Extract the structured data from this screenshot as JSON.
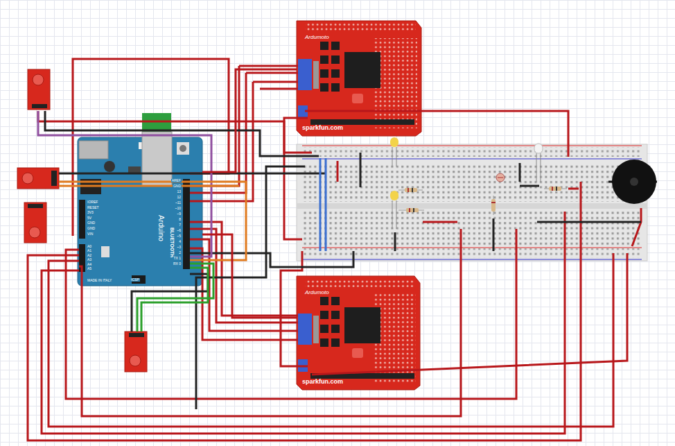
{
  "diagram": {
    "nodes": [
      {
        "text": [
          "Ardumoto",
          "sparkfun.com"
        ]
      },
      {
        "text": [
          "Arduino",
          "BLUETOOTH",
          "MADE IN ITALY"
        ]
      },
      {
        "text": [
          "Ardumoto",
          "sparkfun.com"
        ]
      }
    ],
    "edges": [
      {
        "from": 1,
        "to": 0,
        "arrow": "none"
      },
      {
        "from": 1,
        "to": 2,
        "arrow": "none"
      }
    ],
    "labels": [
      "ICSP",
      "AREF",
      "GND",
      "13",
      "12",
      "~11",
      "~10",
      "~9",
      "8",
      "7",
      "~6",
      "~5",
      "4",
      "~3",
      "2",
      "TX 1",
      "RX 0",
      "IOREF",
      "RESET",
      "3V3",
      "5V",
      "GND",
      "GND",
      "VIN",
      "A0",
      "A1",
      "A2",
      "A3",
      "A4",
      "A5"
    ]
  }
}
